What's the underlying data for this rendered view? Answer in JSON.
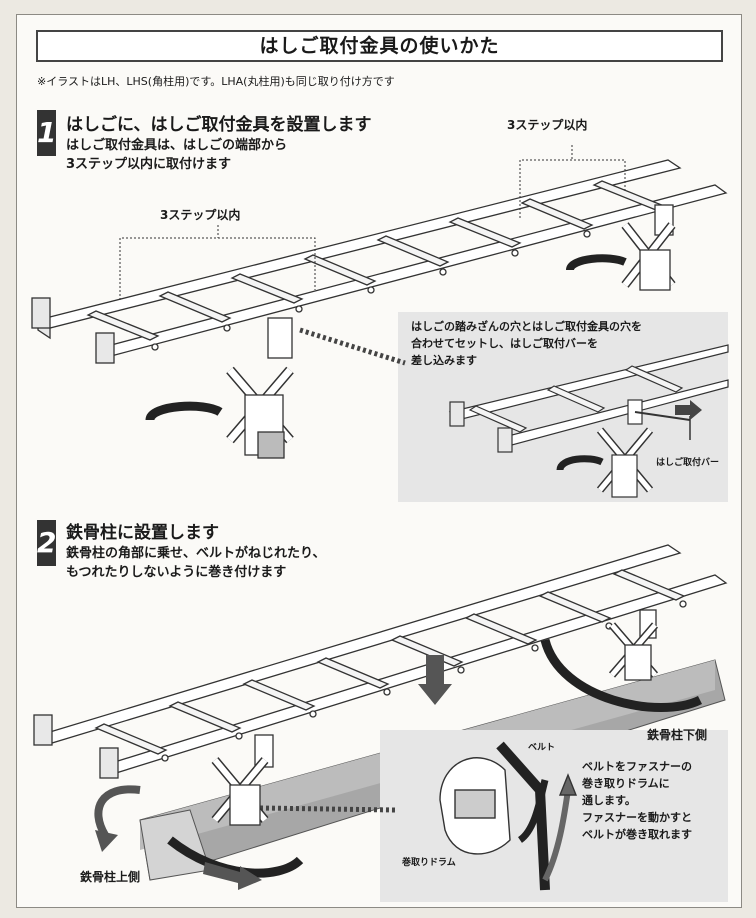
{
  "title": "はしご取付金具の使いかた",
  "note": "※イラストはLH、LHS(角柱用)です。LHA(丸柱用)も同じ取り付け方です",
  "step1": {
    "number": "1",
    "heading": "はしごに、はしご取付金具を設置します",
    "body_line1": "はしご取付金具は、はしごの端部から",
    "body_line2": "3ステップ以内に取付けます",
    "label_right": "3ステップ以内",
    "label_left": "3ステップ以内",
    "callout_line1": "はしごの踏みざんの穴とはしご取付金具の穴を",
    "callout_line2": "合わせてセットし、はしご取付バーを",
    "callout_line3": "差し込みます",
    "bar_label": "はしご取付バー"
  },
  "step2": {
    "number": "2",
    "heading": "鉄骨柱に設置します",
    "body_line1": "鉄骨柱の角部に乗せ、ベルトがねじれたり、",
    "body_line2": "もつれたりしないように巻き付けます",
    "label_lower_side": "鉄骨柱下側",
    "label_upper_side": "鉄骨柱上側",
    "label_belt": "ベルト",
    "label_drum": "巻取りドラム",
    "callout_line1": "ベルトをファスナーの",
    "callout_line2": "巻き取りドラムに",
    "callout_line3": "通します。",
    "callout_line4": "ファスナーを動かすと",
    "callout_line5": "ベルトが巻き取れます"
  },
  "colors": {
    "background": "#ece9e2",
    "panel": "#fbfaf7",
    "badge": "#333333",
    "column": "#a3a3a3",
    "inset": "#e8e8e8"
  }
}
